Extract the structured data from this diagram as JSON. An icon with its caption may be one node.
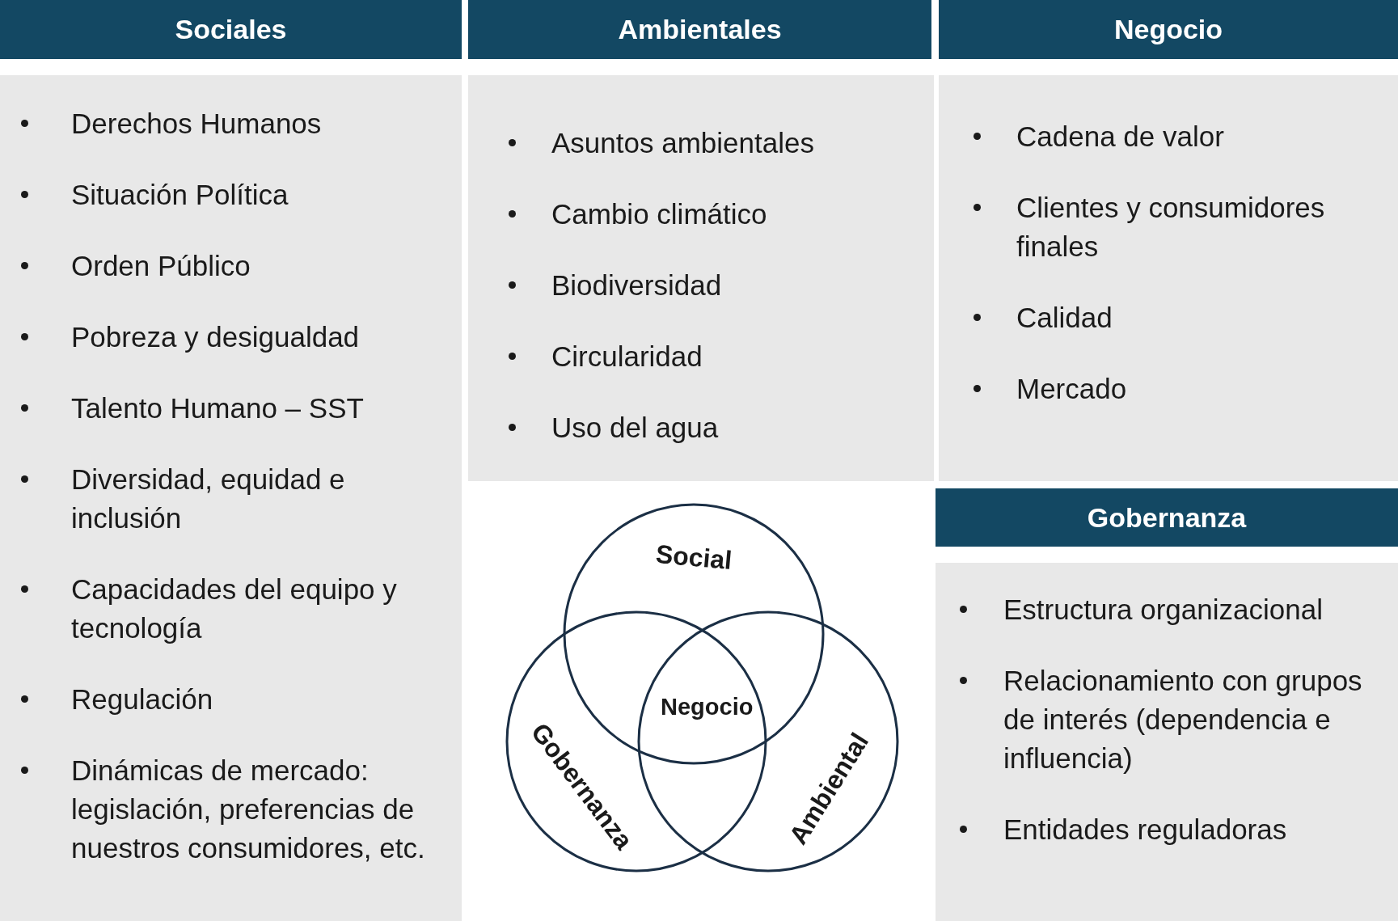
{
  "diagram": {
    "nodes": [
      {
        "text": [
          "Sociales"
        ]
      },
      {
        "text": [
          "Derechos Humanos",
          "Situación Política",
          "Orden Público",
          "Pobreza y desigualdad",
          "Talento Humano – SST",
          "Diversidad, equidad e inclusión",
          "Capacidades del equipo y tecnología",
          "Regulación",
          "Dinámicas de mercado: legislación, preferencias de nuestros consumidores, etc."
        ]
      },
      {
        "text": [
          "Ambientales"
        ]
      },
      {
        "text": [
          "Asuntos ambientales",
          "Cambio climático",
          "Biodiversidad",
          "Circularidad",
          "Uso del agua"
        ]
      },
      {
        "text": [
          "Negocio"
        ]
      },
      {
        "text": [
          "Cadena de valor",
          "Clientes y consumidores finales",
          "Calidad",
          "Mercado"
        ]
      },
      {
        "text": [
          "Gobernanza"
        ]
      },
      {
        "text": [
          "Estructura organizacional",
          "Relacionamiento con grupos de interés (dependencia e influencia)",
          "Entidades reguladoras"
        ]
      },
      {
        "text": [
          "Social"
        ]
      },
      {
        "text": [
          "Gobernanza"
        ]
      },
      {
        "text": [
          "Ambiental"
        ]
      }
    ],
    "labels": [
      "Negocio"
    ]
  }
}
